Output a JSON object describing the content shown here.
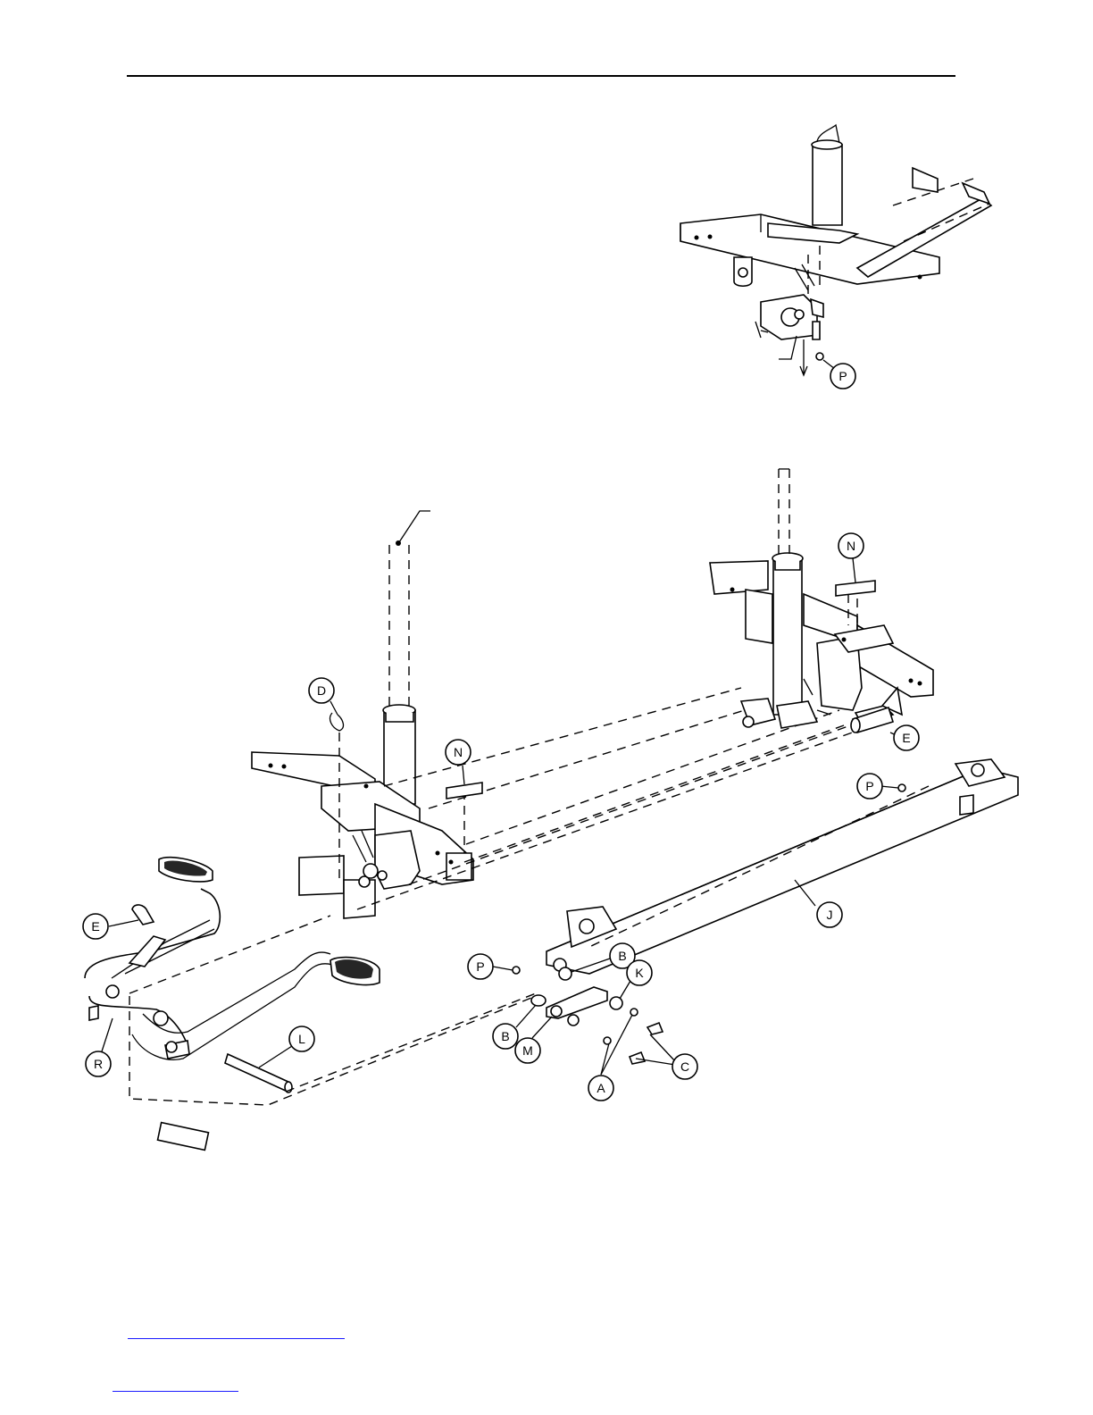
{
  "callouts": {
    "p_top": "P",
    "d": "D",
    "n_left": "N",
    "n_right": "N",
    "e_right": "E",
    "e_left": "E",
    "p_right": "P",
    "j": "J",
    "p_mid": "P",
    "b_upper": "B",
    "k": "K",
    "b_lower": "B",
    "m": "M",
    "c": "C",
    "a": "A",
    "r": "R",
    "l": "L"
  },
  "footer": {
    "link1_color": "#1a1aff",
    "link2_color": "#1a1aff"
  }
}
